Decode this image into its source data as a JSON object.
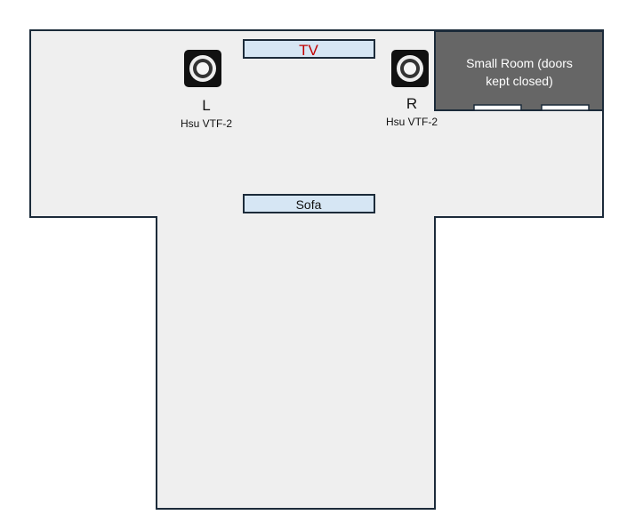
{
  "diagram": {
    "tv_label": "TV",
    "sofa_label": "Sofa",
    "small_room_label_line1": "Small Room (doors",
    "small_room_label_line2": "kept closed)",
    "speakers": [
      {
        "channel": "L",
        "model": "Hsu VTF-2"
      },
      {
        "channel": "R",
        "model": "Hsu VTF-2"
      }
    ],
    "colors": {
      "floor": "#efefef",
      "wall": "#1c2b3a",
      "furniture": "#d6e6f4",
      "tv_text": "#c00000",
      "small_room": "#666666"
    }
  }
}
